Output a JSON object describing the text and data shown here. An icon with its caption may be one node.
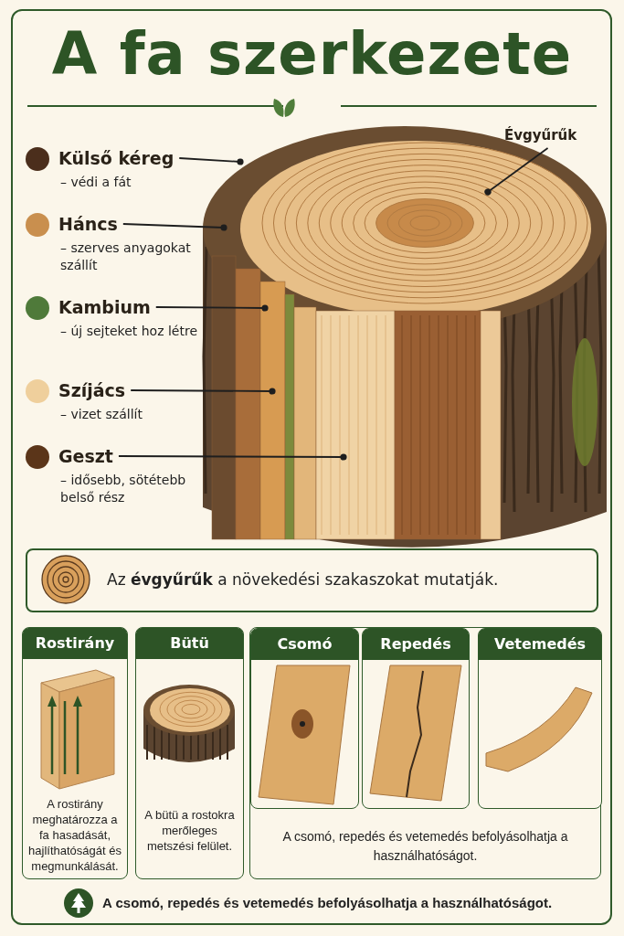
{
  "diagram": {
    "title": "A fa szerkezete",
    "nodes": [
      {
        "text": [
          "Külső kéreg",
          "– védi a fát"
        ]
      },
      {
        "text": [
          "Háncs",
          "– szerves anyagokat szállít"
        ]
      },
      {
        "text": [
          "Kambium",
          "– új sejteket hoz létre"
        ]
      },
      {
        "text": [
          "Szíjács",
          "– vizet szállít"
        ]
      },
      {
        "text": [
          "Geszt",
          "– idősebb, sötétebb belső rész"
        ]
      },
      {
        "text": [
          "Évgyűrűk"
        ]
      },
      {
        "text": [
          "Az **évgyűrűk** a növekedési szakaszokat mutatják."
        ]
      },
      {
        "text": [
          "Rostirány",
          "A rostirány meghatározza a fa hasadását, hajlíthatóságát és megmunkálását."
        ]
      },
      {
        "text": [
          "Bütü",
          "A bütü a rostokra merőleges metszési felület."
        ]
      },
      {
        "text": [
          "A csomó, repedés és vetemedés befolyásolhatja a használhatóságot."
        ]
      },
      {
        "text": [
          "Csomó"
        ],
        "in": 9
      },
      {
        "text": [
          "Repedés"
        ],
        "in": 9
      },
      {
        "text": [
          "Vetemedés"
        ],
        "in": 9
      }
    ],
    "edges": [
      {
        "from": 0,
        "to": null,
        "arrow": "other"
      },
      {
        "from": 1,
        "to": null,
        "arrow": "other"
      },
      {
        "from": 2,
        "to": null,
        "arrow": "other"
      },
      {
        "from": 3,
        "to": null,
        "arrow": "other"
      },
      {
        "from": 4,
        "to": null,
        "arrow": "other"
      },
      {
        "from": 5,
        "to": null,
        "arrow": "other"
      }
    ],
    "labels": [
      "A csomó, repedés és vetemedés befolyásolhatja a használhatóságot."
    ]
  }
}
